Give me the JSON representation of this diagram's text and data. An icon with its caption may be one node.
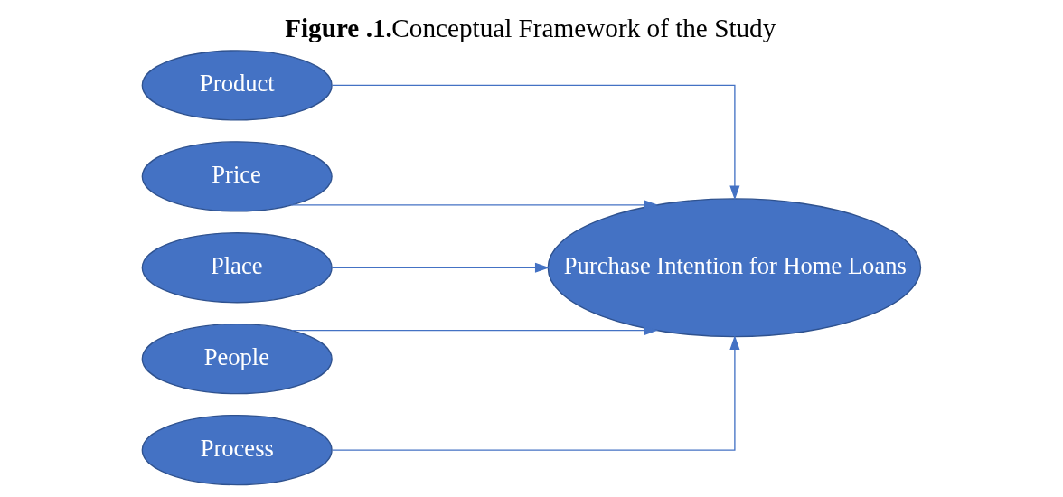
{
  "diagram": {
    "title": "**Figure .1.**Conceptual Framework of the Study",
    "nodes": [
      {
        "text": [
          "Product"
        ]
      },
      {
        "text": [
          "Price"
        ]
      },
      {
        "text": [
          "Place"
        ]
      },
      {
        "text": [
          "People"
        ]
      },
      {
        "text": [
          "Process"
        ]
      },
      {
        "text": [
          "Purchase Intention for Home Loans"
        ]
      }
    ],
    "edges": [
      {
        "from": 0,
        "to": 5,
        "arrow": "to"
      },
      {
        "from": 1,
        "to": 5,
        "arrow": "to"
      },
      {
        "from": 2,
        "to": 5,
        "arrow": "to"
      },
      {
        "from": 3,
        "to": 5,
        "arrow": "to"
      },
      {
        "from": 4,
        "to": 5,
        "arrow": "to"
      }
    ]
  }
}
